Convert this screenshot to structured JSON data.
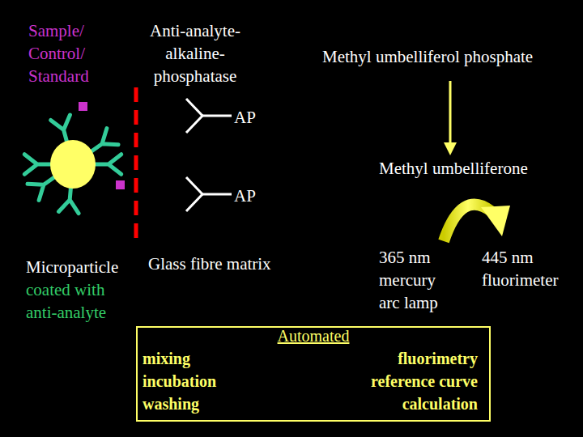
{
  "diagram": {
    "nodes": [
      {
        "text": [
          "Automated",
          "mixing incubation washing",
          "fluorimetry reference curve calculation"
        ]
      }
    ],
    "labels": [
      "Sample/ Control/ Standard",
      "Anti-analyte- alkaline- phosphatase",
      "Methyl umbelliferol phosphate",
      "AP",
      "Methyl umbelliferone",
      "AP",
      "Microparticle",
      "coated with anti-analyte",
      "Glass fibre matrix",
      "365 nm mercury arc lamp",
      "445 nm fluorimeter"
    ]
  }
}
